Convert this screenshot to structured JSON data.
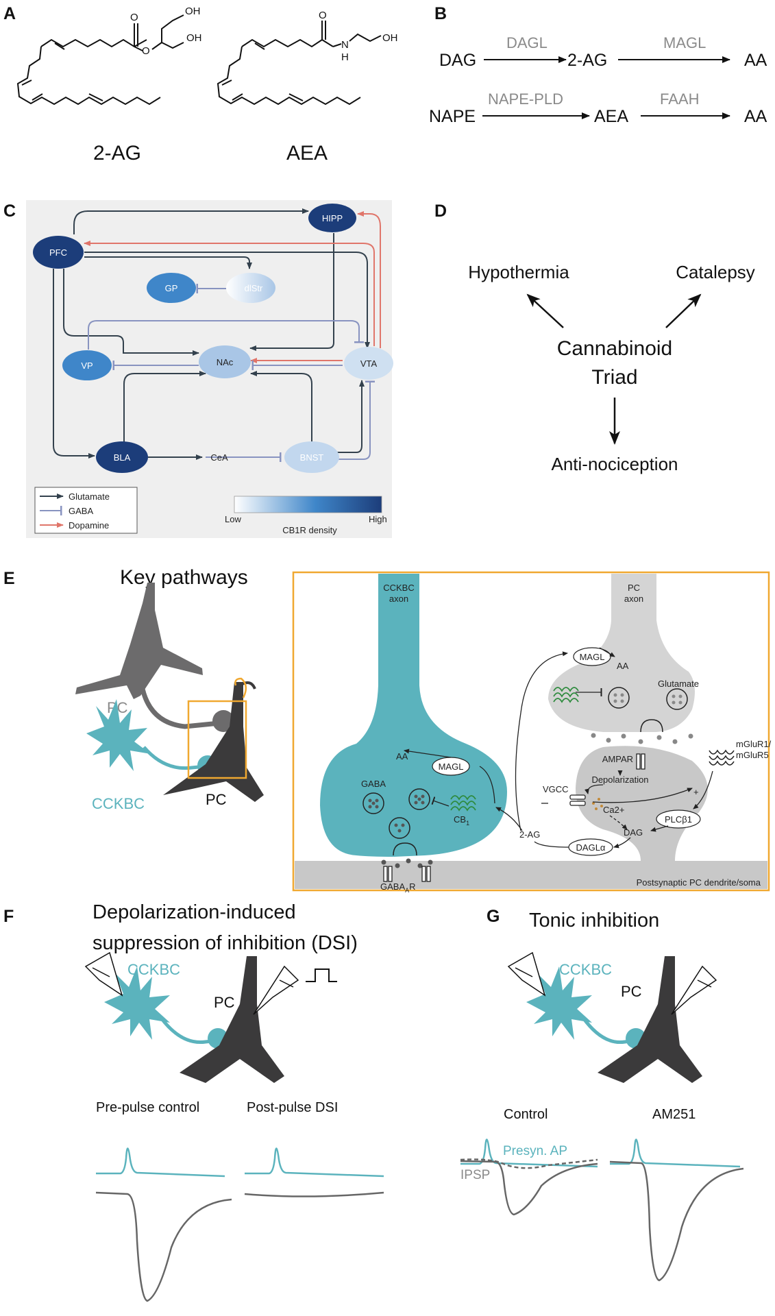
{
  "panels": {
    "A": "A",
    "B": "B",
    "C": "C",
    "D": "D",
    "E": "E",
    "F": "F",
    "G": "G"
  },
  "panelA": {
    "mol1": "2-AG",
    "mol2": "AEA",
    "oh": "OH",
    "o": "O",
    "n": "N",
    "h": "H"
  },
  "panelB": {
    "row1": {
      "start": "DAG",
      "enzyme1": "DAGL",
      "mid": "2-AG",
      "enzyme2": "MAGL",
      "end": "AA"
    },
    "row2": {
      "start": "NAPE",
      "enzyme1": "NAPE-PLD",
      "mid": "AEA",
      "enzyme2": "FAAH",
      "end": "AA"
    }
  },
  "panelC": {
    "nodes": {
      "hipp": "HIPP",
      "pfc": "PFC",
      "gp": "GP",
      "dlstr": "dlStr",
      "vp": "VP",
      "nac": "NAc",
      "vta": "VTA",
      "bla": "BLA",
      "cea": "CeA",
      "bnst": "BNST"
    },
    "legend": {
      "glutamate": "Glutamate",
      "gaba": "GABA",
      "dopamine": "Dopamine"
    },
    "colorbar": {
      "low": "Low",
      "high": "High",
      "label": "CB1R density"
    },
    "colors": {
      "glutamate": "#33414d",
      "gaba": "#8893c0",
      "dopamine": "#e0756a",
      "dark": "#1c3d7a",
      "mid": "#3f86c9",
      "light": "#a9c6e6"
    }
  },
  "panelD": {
    "top_left": "Hypothermia",
    "top_right": "Catalepsy",
    "center1": "Cannabinoid",
    "center2": "Triad",
    "bottom": "Anti-nociception"
  },
  "panelE": {
    "title": "Key pathways",
    "pc_top": "PC",
    "pc_bottom": "PC",
    "cckbc": "CCKBC",
    "cckbc_axon1": "CCKBC",
    "cckbc_axon2": "axon",
    "pc_axon1": "PC",
    "pc_axon2": "axon",
    "magl_top": "MAGL",
    "aa_top": "AA",
    "glutamate": "Glutamate",
    "ampar": "AMPAR",
    "depolarization": "Depolarization",
    "mglur1": "mGluR1/",
    "mglur5": "mGluR5",
    "plus": "+",
    "vgcc": "VGCC",
    "ca": "Ca2+",
    "plc": "PLCβ1",
    "dag": "DAG",
    "dagl": "DAGLα",
    "twoag": "2-AG",
    "aa_left": "AA",
    "magl_left": "MAGL",
    "gaba": "GABA",
    "cb1": "CB",
    "cb1_sub": "1",
    "gabaar": "GABA",
    "gabaar_sub": "A",
    "gabaar_r": "R",
    "post": "Postsynaptic PC dendrite/soma",
    "colors": {
      "teal": "#5bb3bd",
      "dark": "#3b3a3b",
      "gray": "#8a8a8a",
      "orange": "#f0a830",
      "green": "#2e8b3e"
    }
  },
  "panelF": {
    "title1": "Depolarization-induced",
    "title2": "suppression of inhibition (DSI)",
    "cckbc": "CCKBC",
    "pc": "PC",
    "trace1": "Pre-pulse control",
    "trace2": "Post-pulse DSI"
  },
  "panelG": {
    "title": "Tonic inhibition",
    "cckbc": "CCKBC",
    "pc": "PC",
    "trace1": "Control",
    "trace2": "AM251",
    "presyn": "Presyn. AP",
    "ipsp": "IPSP"
  }
}
